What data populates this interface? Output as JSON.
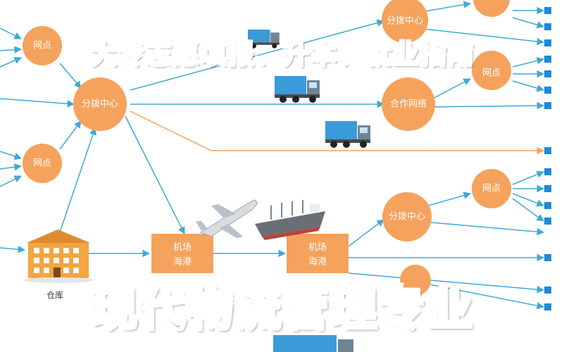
{
  "titles": {
    "top": "大专志愿填报、升本、就业指南",
    "bottom": "现代物流管理专业"
  },
  "nodes": {
    "outlet_a": "网点",
    "outlet_b": "网点",
    "hub_left": "分拨中心",
    "hub_top": "分拨中心",
    "partner": "合作网络",
    "outlet_right_a": "网点",
    "hub_right": "分拨中心",
    "outlet_right_b": "网点",
    "port_a_line1": "机场",
    "port_a_line2": "海港",
    "port_b_line1": "机场",
    "port_b_line2": "海港",
    "warehouse": "仓库"
  },
  "colors": {
    "node_orange": "#f5a25d",
    "arrow_blue": "#3fa9d6",
    "arrow_orange": "#f5a25d",
    "endpoint_blue": "#1e8ad6",
    "truck_blue": "#3a9bd8",
    "top_title": "#1d7a1d",
    "bottom_title": "#c01a36"
  }
}
